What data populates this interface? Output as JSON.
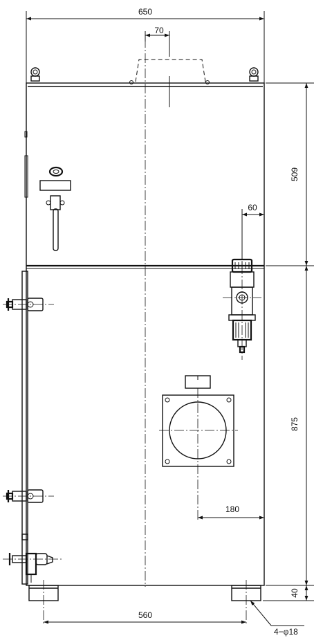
{
  "dimensions": {
    "overall_width": "650",
    "top_part_width": "70",
    "upper_height": "509",
    "regulator_offset": "60",
    "lower_height": "875",
    "port_offset": "180",
    "foot_pitch": "560",
    "foot_height": "40",
    "hole_note": "4−φ18"
  }
}
